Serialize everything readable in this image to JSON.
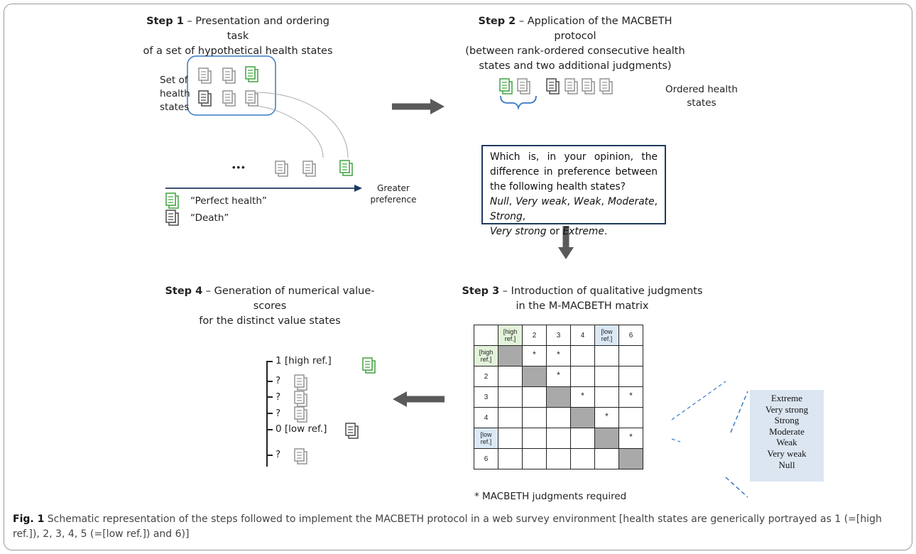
{
  "step1": {
    "title_bold": "Step 1",
    "title_rest": " – Presentation and ordering task",
    "title_line2": "of a set of hypothetical health states",
    "set_label_1": "Set of",
    "set_label_2": "health",
    "set_label_3": "states",
    "ellipsis": "•••",
    "axis_label_1": "Greater",
    "axis_label_2": "preference",
    "legend_perfect": "“Perfect health”",
    "legend_death": "“Death”"
  },
  "step2": {
    "title_bold": "Step 2",
    "title_rest": " – Application of the MACBETH protocol",
    "title_line2": "(between rank-ordered consecutive health",
    "title_line3": "states and two additional judgments)",
    "ordered_label_1": "Ordered health",
    "ordered_label_2": "states",
    "question": "Which is, in your opinion, the difference in preference between the following health states?",
    "options_1": "Null",
    "options_2": "Very weak",
    "options_3": "Weak",
    "options_4": "Moderate",
    "options_5": "Strong",
    "options_6": "Very strong",
    "options_or": "or",
    "options_7": "Extreme"
  },
  "step3": {
    "title_bold": "Step 3",
    "title_rest": " – Introduction of qualitative judgments",
    "title_line2": "in the M-MACBETH matrix",
    "matrix_header": [
      "",
      "[high ref.]",
      "2",
      "3",
      "4",
      "[low ref.]",
      "6"
    ],
    "matrix_rows": [
      [
        "[high ref.]",
        "",
        "*",
        "*",
        "",
        "",
        ""
      ],
      [
        "2",
        "",
        "",
        "*",
        "",
        "",
        ""
      ],
      [
        "3",
        "",
        "",
        "",
        "*",
        "",
        "*"
      ],
      [
        "4",
        "",
        "",
        "",
        "",
        "*",
        ""
      ],
      [
        "[low ref.]",
        "",
        "",
        "",
        "",
        "",
        "*"
      ],
      [
        "6",
        "",
        "",
        "",
        "",
        "",
        ""
      ]
    ],
    "legend_items": [
      "Extreme",
      "Very strong",
      "Strong",
      "Moderate",
      "Weak",
      "Very weak",
      "Null"
    ],
    "footnote": "* MACBETH judgments required"
  },
  "step4": {
    "title_bold": "Step 4",
    "title_rest": " – Generation of numerical value-scores",
    "title_line2": "for the distinct value states",
    "scores": [
      "1 [high ref.]",
      "?",
      "?",
      "?",
      "0 [low ref.]",
      "?"
    ]
  },
  "caption": {
    "label": "Fig. 1",
    "text": " Schematic representation of the steps followed to implement the MACBETH protocol in a web survey environment [health states are generically portrayed as 1 (=[high ref.]), 2, 3, 4, 5 (=[low ref.]) and 6)]"
  },
  "colors": {
    "green_doc": "#4aa84a",
    "gray_doc": "#9a9a9a",
    "dark_doc": "#555555",
    "box_blue": "#3a78c4",
    "navy": "#1e3a5f",
    "arrow_gray": "#5a5a5a",
    "high_cell": "#e3f3da",
    "low_cell": "#dbe9f6",
    "legend_bg": "#dbe6f1"
  }
}
